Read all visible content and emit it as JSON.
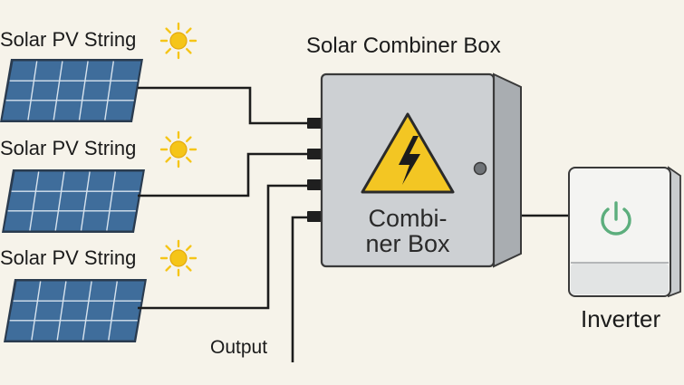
{
  "title": "Solar Combiner Box",
  "strings": [
    {
      "label": "Solar PV String"
    },
    {
      "label": "Solar PV String"
    },
    {
      "label": "Solar PV String"
    }
  ],
  "combiner": {
    "label_line1": "Combi-",
    "label_line2": "ner Box"
  },
  "inverter": {
    "label": "Inverter"
  },
  "output": {
    "label": "Output"
  },
  "colors": {
    "background": "#f6f3ea",
    "panel_cell": "#3f6d9b",
    "panel_frame": "#2a3b4f",
    "box_body": "#cdd0d3",
    "warning_yellow": "#f3c623",
    "sun": "#f5c518",
    "power_icon": "#5cae7d"
  },
  "icons": [
    "sun-icon",
    "warning-lightning-icon",
    "power-icon"
  ]
}
